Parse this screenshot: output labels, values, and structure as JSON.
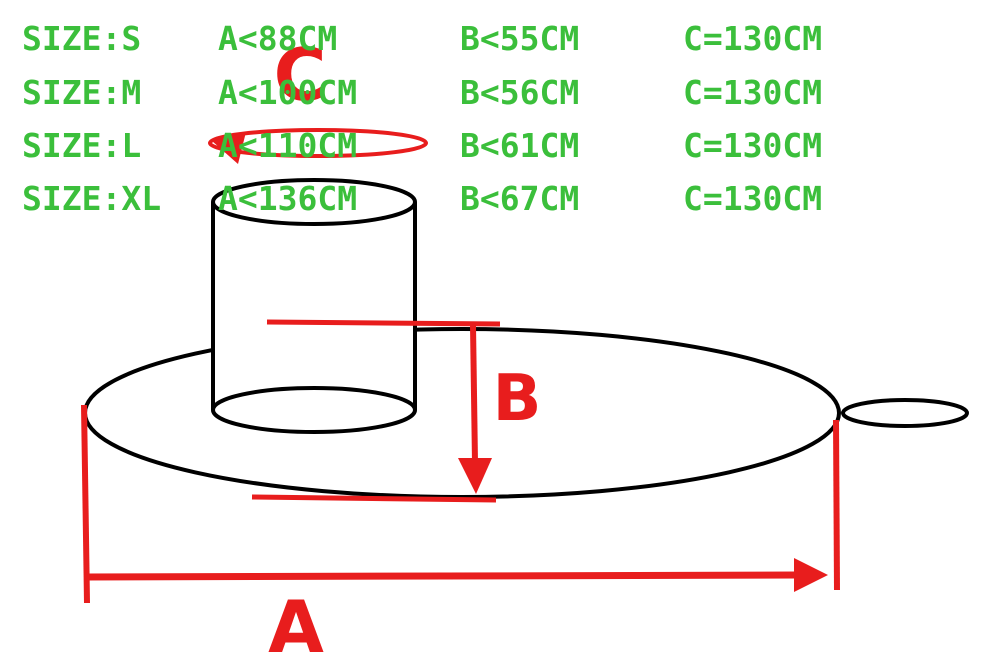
{
  "size_chart": {
    "rows": [
      {
        "size": "SIZE:S",
        "a": "A<88CM",
        "b": "B<55CM",
        "c": "C=130CM"
      },
      {
        "size": "SIZE:M",
        "a": "A<100CM",
        "b": "B<56CM",
        "c": "C=130CM"
      },
      {
        "size": "SIZE:L",
        "a": "A<110CM",
        "b": "B<61CM",
        "c": "C=130CM"
      },
      {
        "size": "SIZE:XL",
        "a": "A<136CM",
        "b": "B<67CM",
        "c": "C=130CM"
      }
    ]
  },
  "diagram": {
    "label_a": "A",
    "label_b": "B",
    "label_c": "C"
  },
  "colors": {
    "text_green": "#3bbf3b",
    "measure_red": "#e81d1d",
    "outline": "#000000"
  }
}
